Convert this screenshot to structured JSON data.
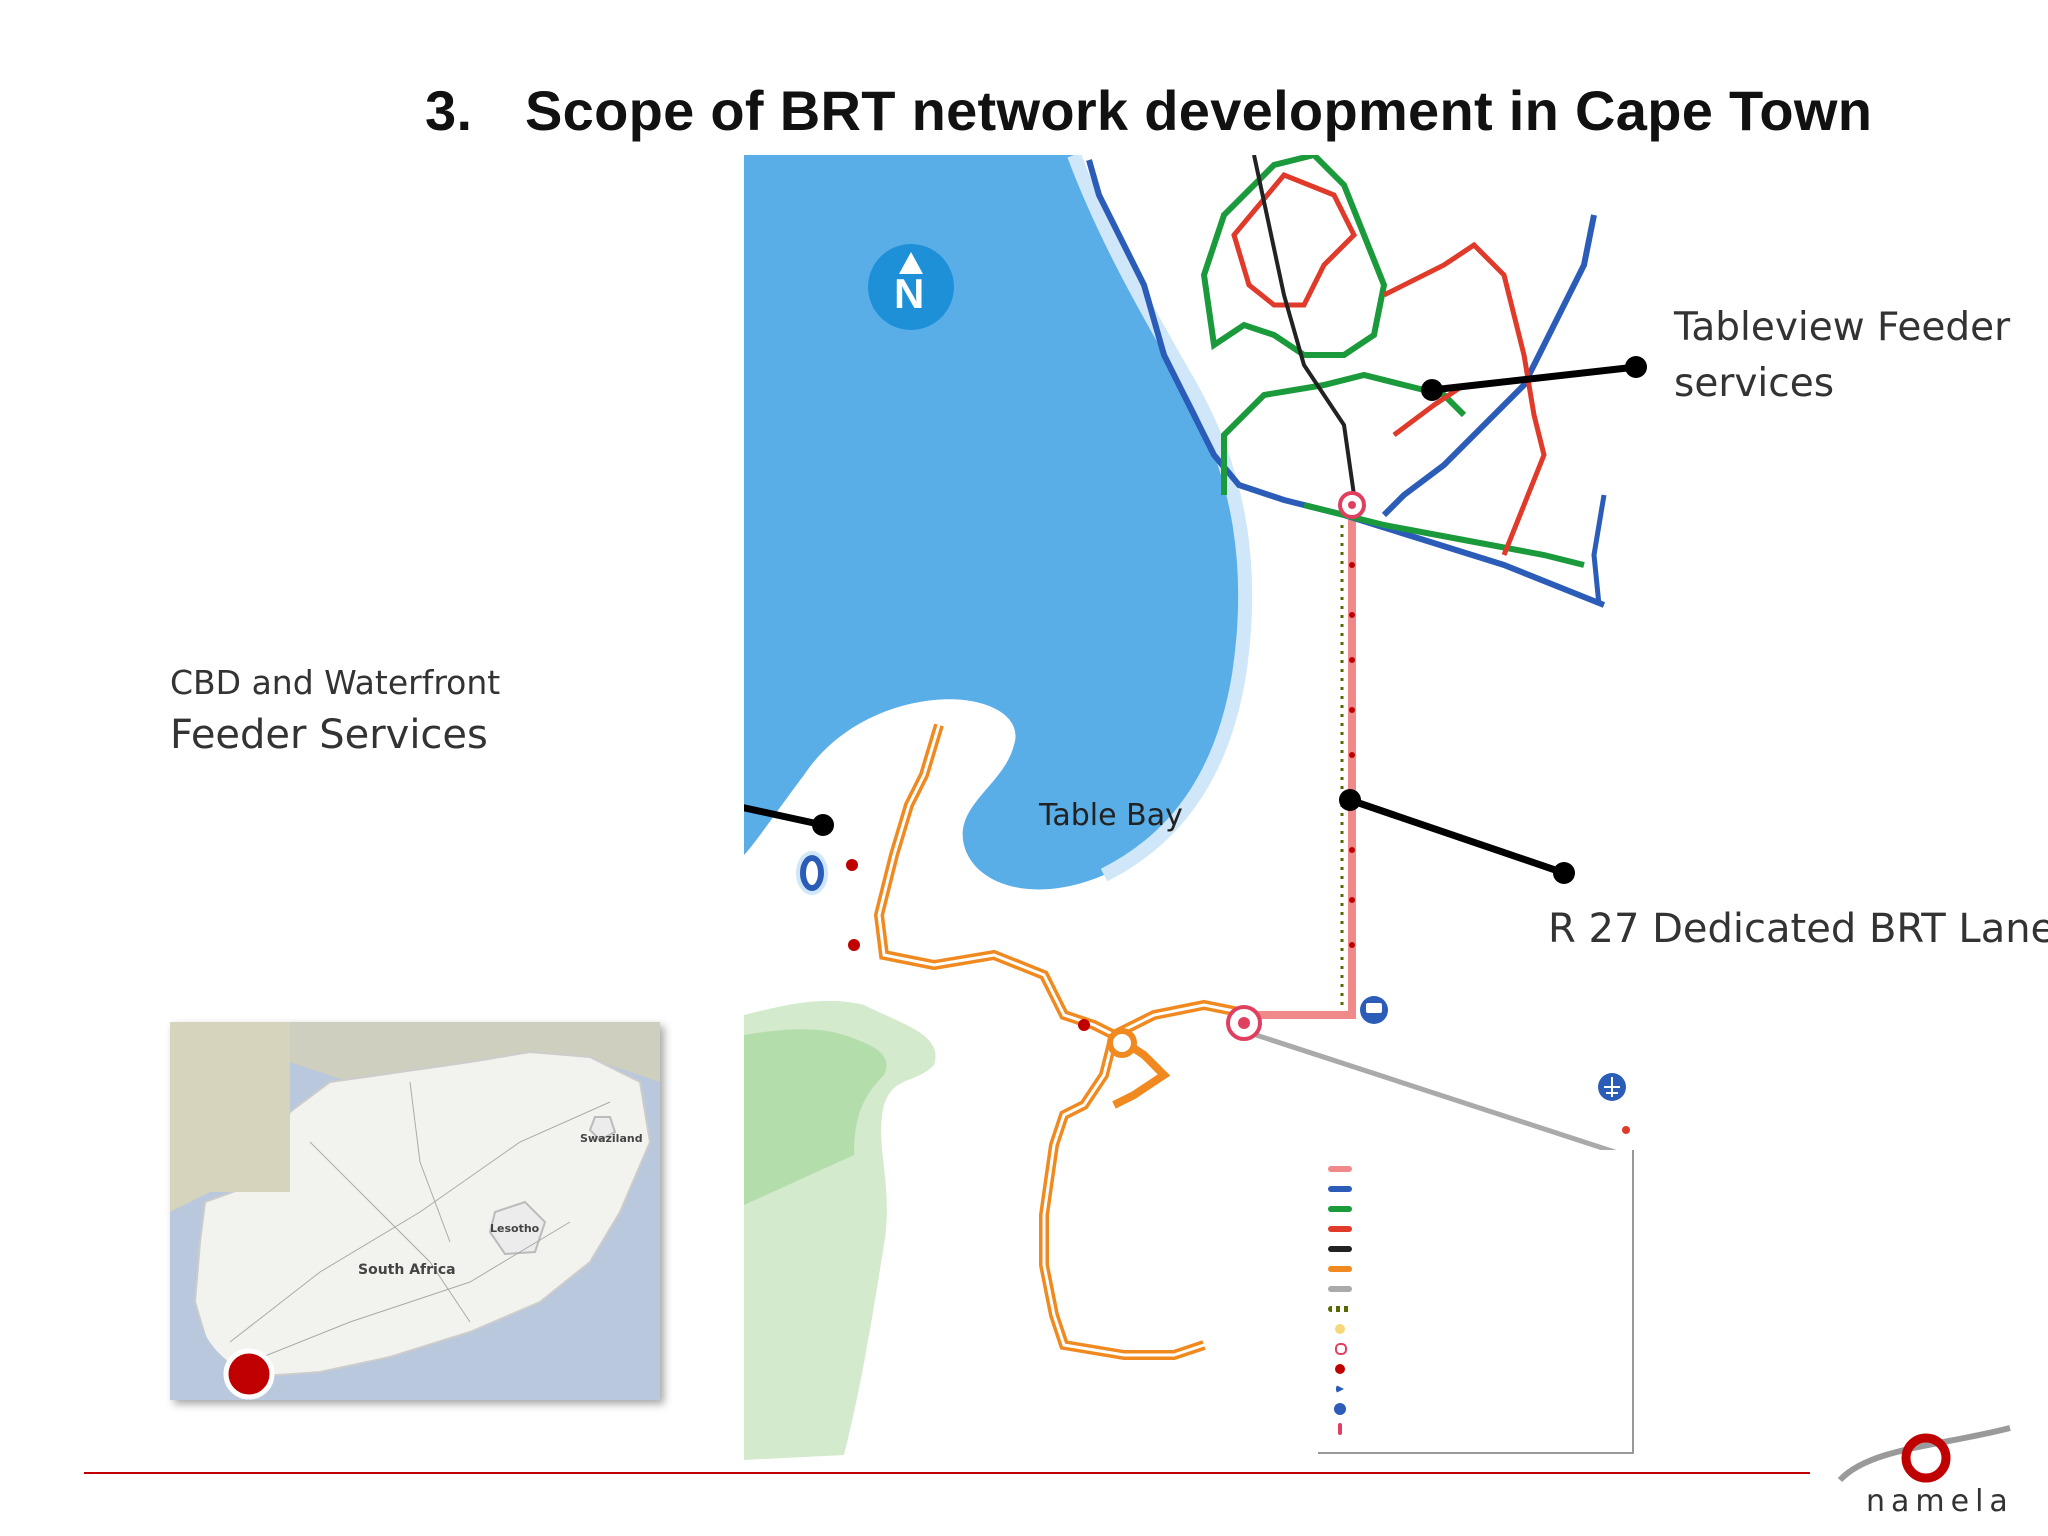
{
  "slide": {
    "number": "3.",
    "title": "Scope of BRT network development  in Cape Town"
  },
  "callouts": {
    "tableview_line1": "Tableview Feeder",
    "tableview_line2": "services",
    "cbd_line1": "CBD and Waterfront",
    "cbd_line2": "Feeder Services",
    "r27": "R 27 Dedicated BRT Lane"
  },
  "map": {
    "water_label": "Table Bay",
    "compass_letter": "N",
    "route_colors": {
      "r27": "#f08a8a",
      "blue": "#2b5db8",
      "green": "#1a9a3a",
      "red": "#e03a2a",
      "black": "#222222",
      "orange": "#f08a20",
      "airport": "#aaaaaa"
    },
    "sea_color": "#5aaee8",
    "land_color": "#ffffff"
  },
  "inset": {
    "country_label": "South Africa",
    "lesotho_label": "Lesotho",
    "swaziland_label": "Swaziland",
    "marker_color": "#c00000"
  },
  "logo": {
    "brand": "namela",
    "accent_color": "#c00000"
  },
  "colors": {
    "footer_line": "#c00000"
  }
}
